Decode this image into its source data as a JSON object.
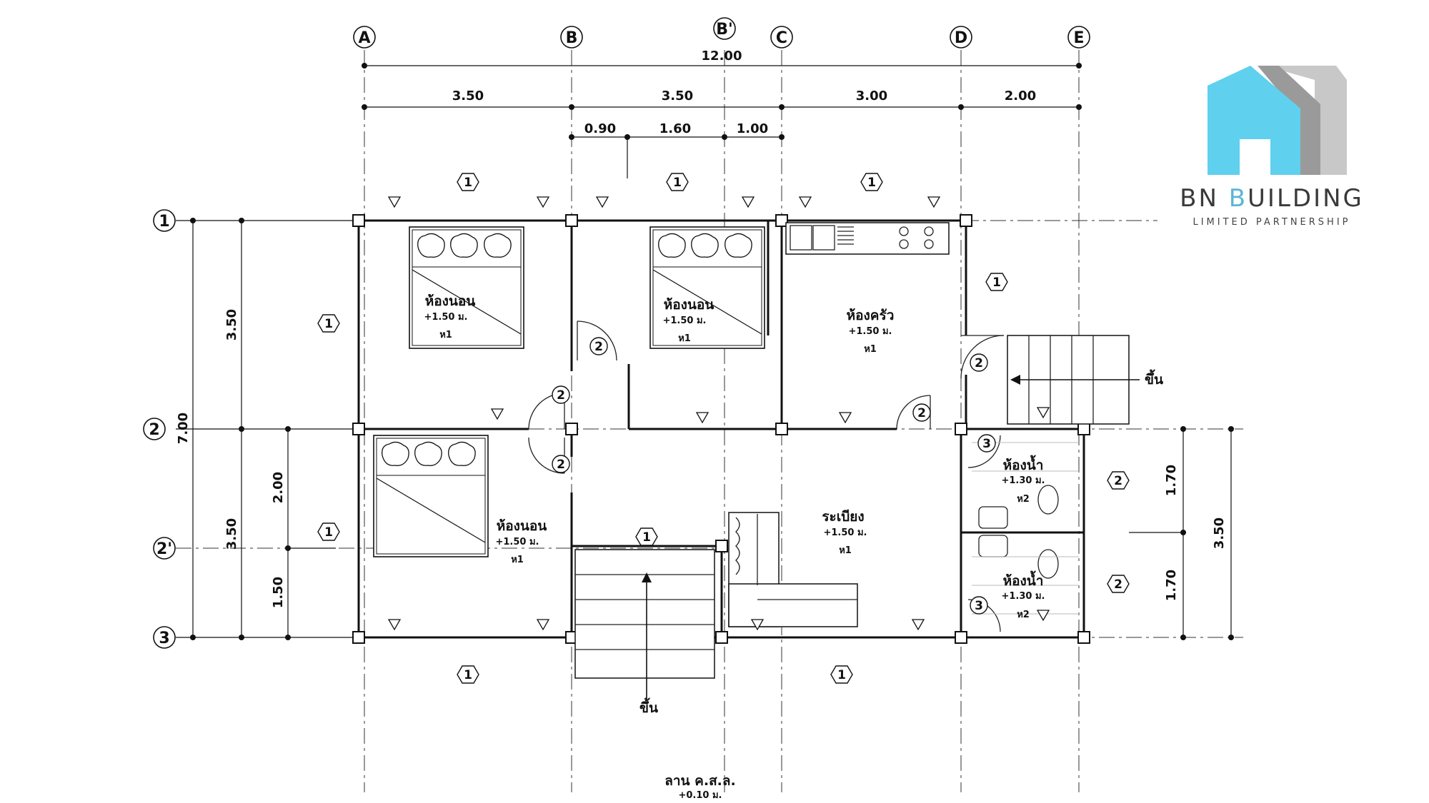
{
  "logo": {
    "brand_prefix": "BN ",
    "brand_highlight": "B",
    "brand_suffix": "UILDING",
    "subtitle": "LIMITED PARTNERSHIP",
    "colors": {
      "front": "#5fd0ee",
      "mid": "#9a9a9a",
      "back": "#c8c8c8"
    }
  },
  "grid": {
    "columns": [
      "A",
      "B",
      "B'",
      "C",
      "D",
      "E"
    ],
    "rows": [
      "1",
      "2",
      "2'",
      "3"
    ]
  },
  "dimensions": {
    "overall_width": "12.00",
    "top_spans": [
      "3.50",
      "3.50",
      "3.00",
      "2.00"
    ],
    "sub_spans": [
      "0.90",
      "1.60",
      "1.00"
    ],
    "overall_depth": "7.00",
    "left_spans": [
      "3.50",
      "3.50"
    ],
    "left_sub_spans": [
      "2.00",
      "1.50"
    ],
    "right_spans": [
      "1.70",
      "1.70"
    ],
    "right_overall": "3.50"
  },
  "rooms": [
    {
      "name": "ห้องนอน",
      "elevation": "+1.50 ม.",
      "tag": "ห1"
    },
    {
      "name": "ห้องนอน",
      "elevation": "+1.50 ม.",
      "tag": "ห1"
    },
    {
      "name": "ห้องครัว",
      "elevation": "+1.50 ม.",
      "tag": "ห1"
    },
    {
      "name": "ห้องนอน",
      "elevation": "+1.50 ม.",
      "tag": "ห1"
    },
    {
      "name": "ระเบียง",
      "elevation": "+1.50 ม.",
      "tag": "ห1"
    },
    {
      "name": "ห้องน้ำ",
      "elevation": "+1.30 ม.",
      "tag": "ห2"
    },
    {
      "name": "ห้องน้ำ",
      "elevation": "+1.30 ม.",
      "tag": "ห2"
    }
  ],
  "stairs": {
    "up_label": "ขึ้น"
  },
  "slab": {
    "name": "ลาน ค.ส.ล.",
    "elevation": "+0.10 ม."
  },
  "tags": {
    "window": "1",
    "door": "2",
    "wc_door": "3",
    "fixture": "2"
  }
}
